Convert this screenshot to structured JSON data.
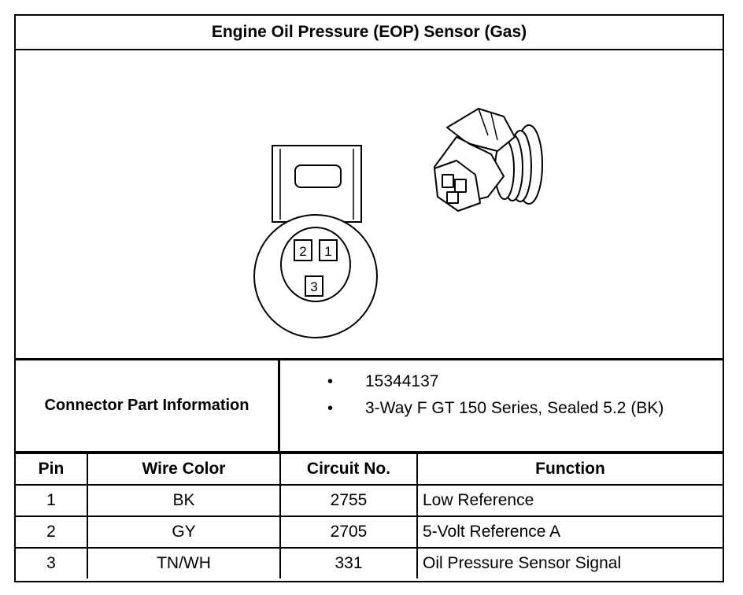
{
  "title": "Engine Oil Pressure (EOP) Sensor (Gas)",
  "figure": {
    "pin_labels": [
      "2",
      "1",
      "3"
    ]
  },
  "connector_info": {
    "label": "Connector Part Information",
    "items": [
      "15344137",
      "3-Way F GT 150 Series, Sealed 5.2 (BK)"
    ],
    "bullet": "•"
  },
  "pin_table": {
    "headers": [
      "Pin",
      "Wire Color",
      "Circuit No.",
      "Function"
    ],
    "rows": [
      [
        "1",
        "BK",
        "2755",
        "Low Reference"
      ],
      [
        "2",
        "GY",
        "2705",
        "5-Volt Reference A"
      ],
      [
        "3",
        "TN/WH",
        "331",
        "Oil Pressure Sensor Signal"
      ]
    ]
  }
}
